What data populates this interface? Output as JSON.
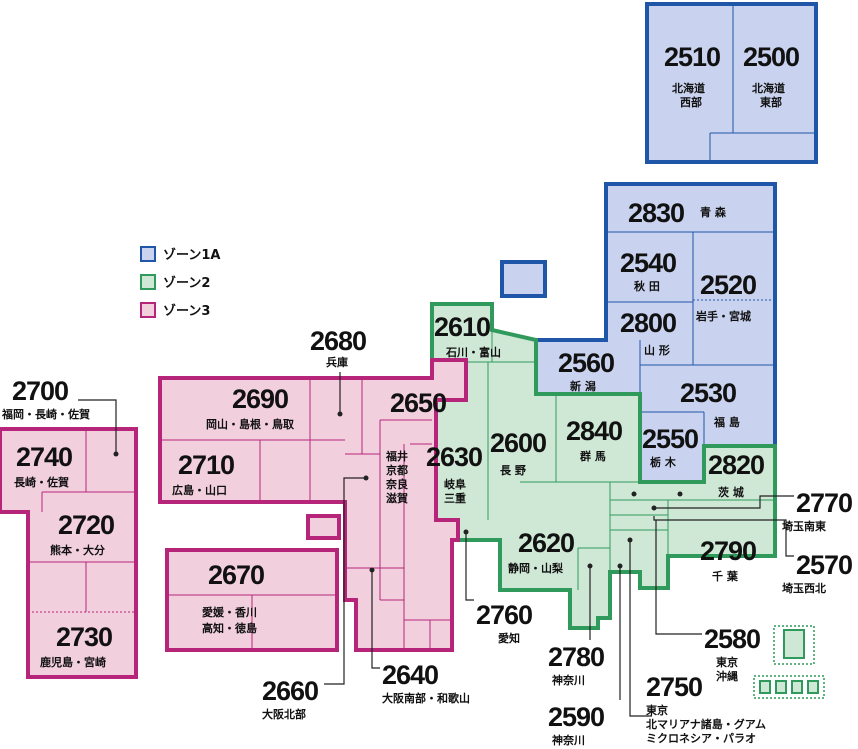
{
  "legend": [
    {
      "label": "ゾーン1A",
      "color": "#1f56a8",
      "fill": "#c9d2ee"
    },
    {
      "label": "ゾーン2",
      "color": "#2f9a5c",
      "fill": "#cfe8d6"
    },
    {
      "label": "ゾーン3",
      "color": "#b6257a",
      "fill": "#f2cfdd"
    }
  ],
  "regions": {
    "r2510": {
      "code": "2510",
      "l1": "北海道",
      "l2": "西部"
    },
    "r2500": {
      "code": "2500",
      "l1": "北海道",
      "l2": "東部"
    },
    "r2830": {
      "code": "2830",
      "l1": "青 森"
    },
    "r2540": {
      "code": "2540",
      "l1": "秋 田"
    },
    "r2520": {
      "code": "2520",
      "l1": "岩手・宮城"
    },
    "r2800": {
      "code": "2800",
      "l1": "山 形"
    },
    "r2560": {
      "code": "2560",
      "l1": "新 潟"
    },
    "r2530": {
      "code": "2530",
      "l1": "福 島"
    },
    "r2550": {
      "code": "2550",
      "l1": "栃 木"
    },
    "r2820": {
      "code": "2820",
      "l1": "茨 城"
    },
    "r2790": {
      "code": "2790",
      "l1": "千 葉"
    },
    "r2840": {
      "code": "2840",
      "l1": "群 馬"
    },
    "r2610": {
      "code": "2610",
      "l1": "石川・富山"
    },
    "r2600": {
      "code": "2600",
      "l1": "長 野"
    },
    "r2620": {
      "code": "2620",
      "l1": "静岡・山梨"
    },
    "r2650": {
      "code": "2650",
      "l1": "福井",
      "l2": "京都",
      "l3": "奈良",
      "l4": "滋賀"
    },
    "r2630": {
      "code": "2630",
      "l1": "岐阜",
      "l2": "三重"
    },
    "r2690": {
      "code": "2690",
      "l1": "岡山・島根・鳥取"
    },
    "r2710": {
      "code": "2710",
      "l1": "広島・山口"
    },
    "r2670": {
      "code": "2670",
      "l1": "愛媛・香川",
      "l2": "高知・徳島"
    },
    "r2740": {
      "code": "2740",
      "l1": "長崎・佐賀"
    },
    "r2720": {
      "code": "2720",
      "l1": "熊本・大分"
    },
    "r2730": {
      "code": "2730",
      "l1": "鹿児島・宮崎"
    }
  },
  "callouts": {
    "c2680": {
      "code": "2680",
      "l1": "兵庫"
    },
    "c2700": {
      "code": "2700",
      "l1": "福岡・長崎・佐賀"
    },
    "c2770": {
      "code": "2770",
      "l1": "埼玉南東"
    },
    "c2570": {
      "code": "2570",
      "l1": "埼玉西北"
    },
    "c2760": {
      "code": "2760",
      "l1": "愛知"
    },
    "c2580": {
      "code": "2580",
      "l1": "東京",
      "l2": "沖縄"
    },
    "c2780": {
      "code": "2780",
      "l1": "神奈川"
    },
    "c2750": {
      "code": "2750",
      "l1": "東京",
      "l2": "北マリアナ諸島・グアム",
      "l3": "ミクロネシア・パラオ"
    },
    "c2590": {
      "code": "2590",
      "l1": "神奈川"
    },
    "c2660": {
      "code": "2660",
      "l1": "大阪北部"
    },
    "c2640": {
      "code": "2640",
      "l1": "大阪南部・和歌山"
    }
  }
}
